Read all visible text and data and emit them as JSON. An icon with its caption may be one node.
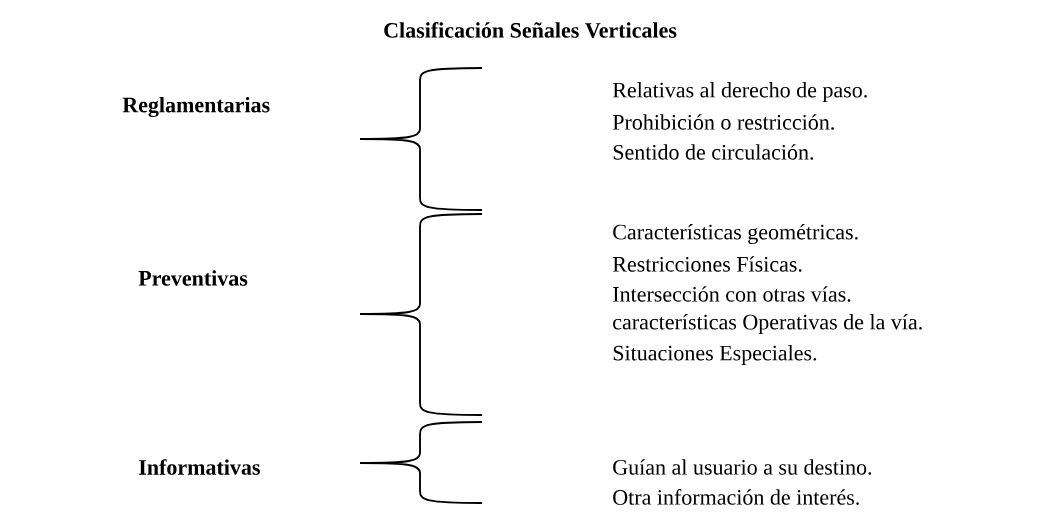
{
  "diagram": {
    "title": "Clasificación Señales Verticales",
    "labels": [
      "Reglamentarias",
      "Relativas al derecho de paso.",
      "Prohibición o restricción.",
      "Sentido de circulación.",
      "Preventivas",
      "Características geométricas.",
      "Restricciones Físicas.",
      "Intersección con otras vías.",
      "características Operativas de la vía.",
      "Situaciones Especiales.",
      "Informativas",
      "Guían al usuario a su destino.",
      "Otra información de interés."
    ]
  }
}
